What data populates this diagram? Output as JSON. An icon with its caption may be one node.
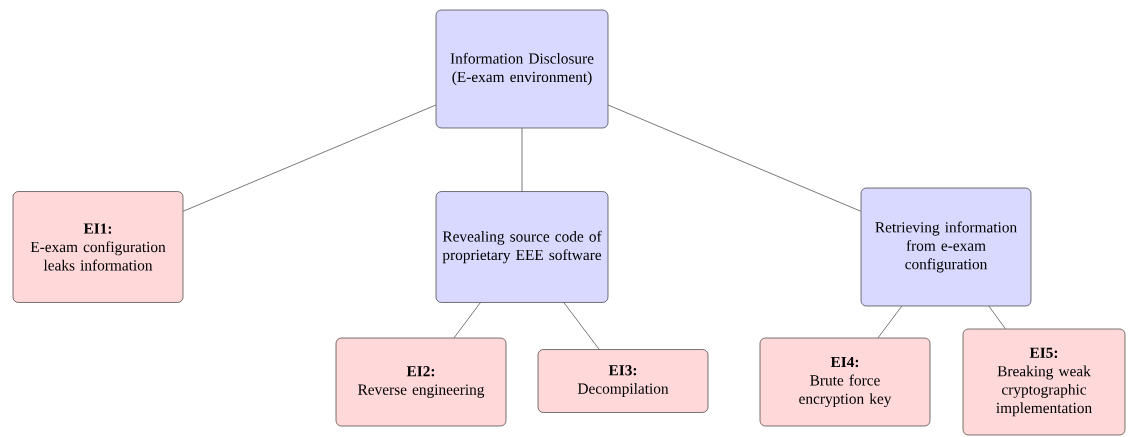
{
  "diagram": {
    "nodes": [
      {
        "text": [
          "Information Disclosure (E-exam environment)"
        ]
      },
      {
        "text": [
          "EI1:",
          "E-exam configuration leaks information"
        ]
      },
      {
        "text": [
          "Revealing source code of proprietary EEE software"
        ]
      },
      {
        "text": [
          "Retrieving information from e-exam configuration"
        ]
      },
      {
        "text": [
          "EI2:",
          "Reverse engineering"
        ]
      },
      {
        "text": [
          "EI3:",
          "Decompilation"
        ]
      },
      {
        "text": [
          "EI4:",
          "Brute force encryption key"
        ]
      },
      {
        "text": [
          "EI5:",
          "Breaking weak cryptographic implementation"
        ]
      }
    ],
    "edges": [
      {
        "from": 0,
        "to": 1,
        "arrow": "none"
      },
      {
        "from": 0,
        "to": 2,
        "arrow": "none"
      },
      {
        "from": 0,
        "to": 3,
        "arrow": "none"
      },
      {
        "from": 2,
        "to": 4,
        "arrow": "none"
      },
      {
        "from": 2,
        "to": 5,
        "arrow": "none"
      },
      {
        "from": 3,
        "to": 6,
        "arrow": "none"
      },
      {
        "from": 3,
        "to": 7,
        "arrow": "none"
      }
    ]
  }
}
